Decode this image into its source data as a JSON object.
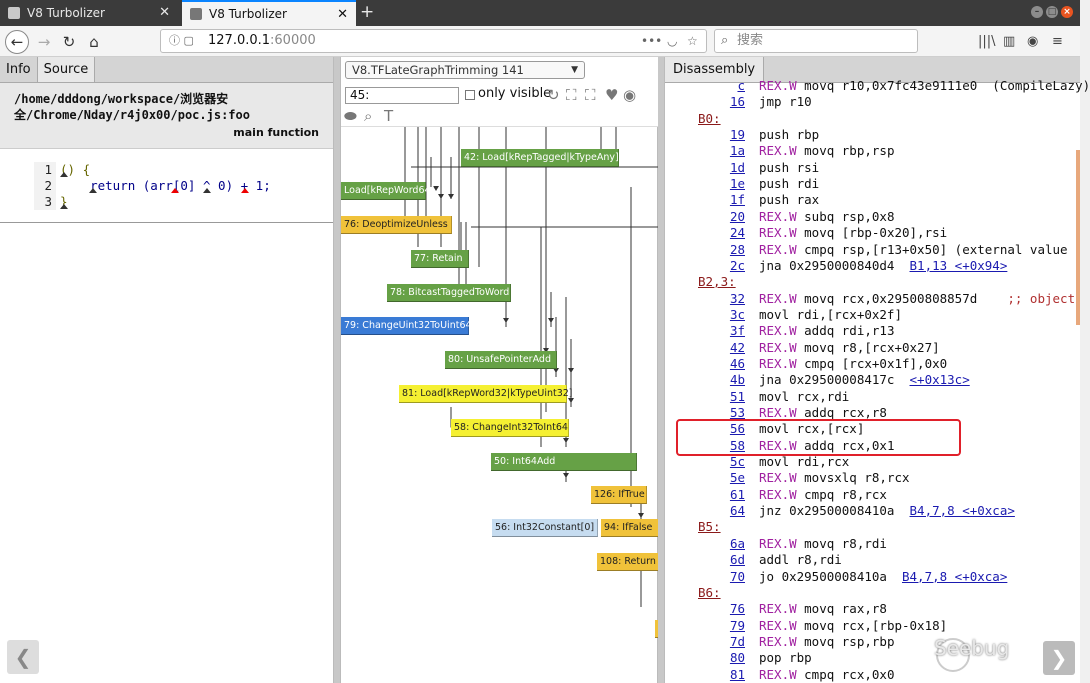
{
  "browser": {
    "tabs": [
      {
        "title": "V8 Turbolizer",
        "close": "✕"
      },
      {
        "title": "V8 Turbolizer",
        "close": "✕"
      }
    ],
    "new_tab": "+",
    "url_host": "127.0.0.1",
    "url_port": ":60000",
    "search_placeholder": "搜索"
  },
  "left_panel": {
    "tabs": [
      "Info",
      "Source"
    ],
    "function_path": "/home/dddong/workspace/浏览器安全/Chrome/Nday/r4j0x00/poc.js:foo",
    "function_kind": "main function",
    "source_lines": [
      {
        "no": "1",
        "text": "() {"
      },
      {
        "no": "2",
        "text": "    return (arr[0] ^ 0) + 1;"
      },
      {
        "no": "3",
        "text": "}"
      }
    ]
  },
  "graph_panel": {
    "phase": "V8.TFLateGraphTrimming 141",
    "search_value": "45:",
    "only_visible_label": "only visible",
    "nodes": [
      {
        "id": "n42",
        "label": "42: Load[kRepTagged|kTypeAny]",
        "color": "green"
      },
      {
        "id": "nld",
        "label": "Load[kRepWord64]",
        "color": "green"
      },
      {
        "id": "n76",
        "label": "76: DeoptimizeUnless",
        "color": "gold"
      },
      {
        "id": "n77",
        "label": "77: Retain",
        "color": "green"
      },
      {
        "id": "n78",
        "label": "78: BitcastTaggedToWord",
        "color": "green"
      },
      {
        "id": "n79",
        "label": "79: ChangeUint32ToUint64",
        "color": "blue"
      },
      {
        "id": "n80",
        "label": "80: UnsafePointerAdd",
        "color": "green"
      },
      {
        "id": "n81",
        "label": "81: Load[kRepWord32|kTypeUint32]",
        "color": "yellow"
      },
      {
        "id": "n58",
        "label": "58: ChangeInt32ToInt64",
        "color": "yellow"
      },
      {
        "id": "n50",
        "label": "50: Int64Add",
        "color": "green"
      },
      {
        "id": "n126",
        "label": "126: IfTrue",
        "color": "gold"
      },
      {
        "id": "n56",
        "label": "56: Int32Constant[0]",
        "color": "pale"
      },
      {
        "id": "n94",
        "label": "94: IfFalse",
        "color": "gold"
      },
      {
        "id": "n108",
        "label": "108: Return",
        "color": "gold"
      }
    ]
  },
  "disasm_panel": {
    "tab": "Disassembly",
    "lines": [
      {
        "off": "c",
        "prefix": "REX.W ",
        "ins": "movq r10,0x7fc43e9111e0  (CompileLazy)"
      },
      {
        "off": "16",
        "ins": "jmp r10"
      },
      {
        "label": "B0:"
      },
      {
        "off": "19",
        "ins": "push rbp"
      },
      {
        "off": "1a",
        "prefix": "REX.W ",
        "ins": "movq rbp,rsp"
      },
      {
        "off": "1d",
        "ins": "push rsi"
      },
      {
        "off": "1e",
        "ins": "push rdi"
      },
      {
        "off": "1f",
        "ins": "push rax"
      },
      {
        "off": "20",
        "prefix": "REX.W ",
        "ins": "subq rsp,0x8"
      },
      {
        "off": "24",
        "prefix": "REX.W ",
        "ins": "movq [rbp-0x20],rsi"
      },
      {
        "off": "28",
        "prefix": "REX.W ",
        "ins": "cmpq rsp,[r13+0x50] (external value"
      },
      {
        "off": "2c",
        "ins": "jna 0x2950000840d4  ",
        "link": "B1,13 <+0x94>"
      },
      {
        "label": "B2,3:"
      },
      {
        "off": "32",
        "prefix": "REX.W ",
        "ins": "movq rcx,0x29500808857d    ",
        "comment": ";; object"
      },
      {
        "off": "3c",
        "ins": "movl rdi,[rcx+0x2f]"
      },
      {
        "off": "3f",
        "prefix": "REX.W ",
        "ins": "addq rdi,r13"
      },
      {
        "off": "42",
        "prefix": "REX.W ",
        "ins": "movq r8,[rcx+0x27]"
      },
      {
        "off": "46",
        "prefix": "REX.W ",
        "ins": "cmpq [rcx+0x1f],0x0"
      },
      {
        "off": "4b",
        "ins": "jna 0x29500008417c  ",
        "link": "<+0x13c>"
      },
      {
        "off": "51",
        "ins": "movl rcx,rdi"
      },
      {
        "off": "53",
        "prefix": "REX.W ",
        "ins": "addq rcx,r8"
      },
      {
        "off": "56",
        "ins": "movl rcx,[rcx]"
      },
      {
        "off": "58",
        "prefix": "REX.W ",
        "ins": "addq rcx,0x1"
      },
      {
        "off": "5c",
        "ins": "movl rdi,rcx"
      },
      {
        "off": "5e",
        "prefix": "REX.W ",
        "ins": "movsxlq r8,rcx"
      },
      {
        "off": "61",
        "prefix": "REX.W ",
        "ins": "cmpq r8,rcx"
      },
      {
        "off": "64",
        "ins": "jnz 0x29500008410a  ",
        "link": "B4,7,8 <+0xca>"
      },
      {
        "label": "B5:"
      },
      {
        "off": "6a",
        "prefix": "REX.W ",
        "ins": "movq r8,rdi"
      },
      {
        "off": "6d",
        "ins": "addl r8,rdi"
      },
      {
        "off": "70",
        "ins": "jo 0x29500008410a  ",
        "link": "B4,7,8 <+0xca>"
      },
      {
        "label": "B6:"
      },
      {
        "off": "76",
        "prefix": "REX.W ",
        "ins": "movq rax,r8"
      },
      {
        "off": "79",
        "prefix": "REX.W ",
        "ins": "movq rcx,[rbp-0x18]"
      },
      {
        "off": "7d",
        "prefix": "REX.W ",
        "ins": "movq rsp,rbp"
      },
      {
        "off": "80",
        "ins": "pop rbp"
      },
      {
        "off": "81",
        "prefix": "REX.W ",
        "ins": "cmpq rcx,0x0"
      }
    ]
  },
  "watermark": "Seebug",
  "colors": {
    "highlight": "#e0202a",
    "node_green": "#66a146",
    "node_yellow": "#f5f032",
    "node_gold": "#f0c23a",
    "node_blue": "#3a7bd5"
  }
}
